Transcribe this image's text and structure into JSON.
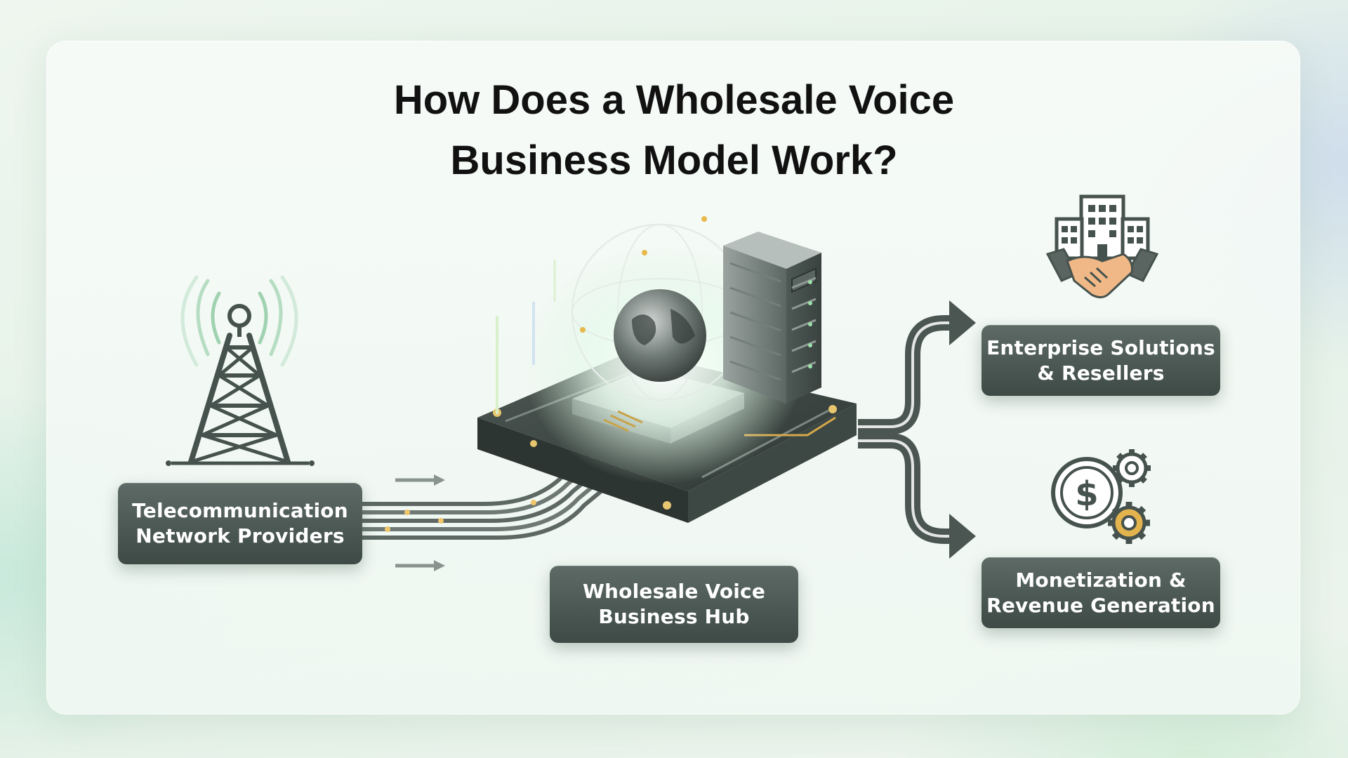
{
  "title": {
    "line1": "How Does a Wholesale Voice",
    "line2": "Business Model Work?"
  },
  "nodes": {
    "telecom": {
      "line1": "Telecommunication",
      "line2": "Network Providers",
      "icon": "cell-tower-icon"
    },
    "hub": {
      "line1": "Wholesale Voice",
      "line2": "Business Hub",
      "icon": "globe-server-platform-icon"
    },
    "enterprise": {
      "line1": "Enterprise Solutions",
      "line2": "& Resellers",
      "icon": "buildings-handshake-icon"
    },
    "monetization": {
      "line1": "Monetization &",
      "line2": "Revenue Generation",
      "icon": "dollar-coin-gears-icon"
    }
  },
  "colors": {
    "box_dark": "#3e4a46",
    "box_light": "#5d6a66",
    "icon_dark": "#46524d",
    "accent_green": "#7fcf9a",
    "accent_gold": "#e0b04a",
    "handshake_orange": "#e6a070"
  }
}
